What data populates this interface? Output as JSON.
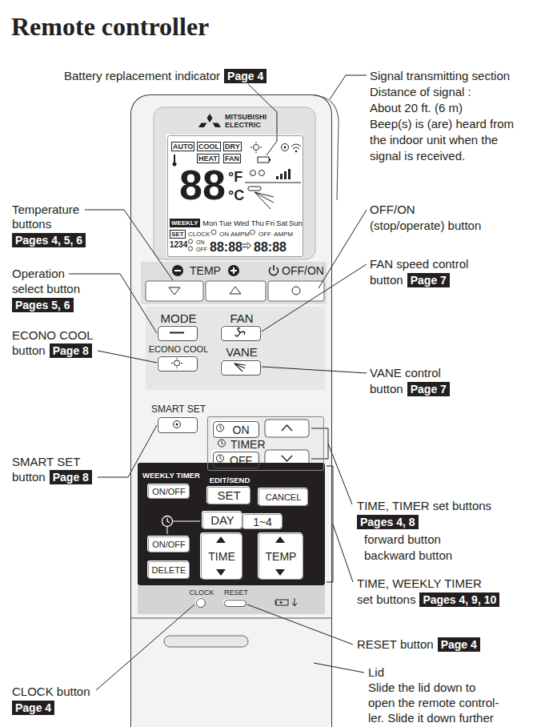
{
  "diagram": {
    "title": "Remote controller",
    "nodes": [
      {
        "text": [
          "MITSUBISHI ELECTRIC"
        ]
      },
      {
        "text": [
          "AUTO",
          "COOL",
          "DRY",
          "HEAT",
          "FAN",
          "88",
          "°F",
          "°C",
          "WEEKLY",
          "Mon",
          "Tue",
          "Wed",
          "Thu",
          "Fri",
          "Sat",
          "Sun",
          "SET",
          "CLOCK",
          "ON",
          "AMPM",
          "OFF",
          "AMPM",
          "1234",
          "ON",
          "OFF",
          "88:88",
          "88:88"
        ],
        "in": 0
      },
      {
        "text": [
          "MODE"
        ],
        "in": 0
      },
      {
        "text": [
          "ECONO COOL"
        ],
        "in": 0
      },
      {
        "text": [
          "FAN"
        ],
        "in": 0
      },
      {
        "text": [
          "VANE"
        ],
        "in": 0
      },
      {
        "text": [
          "SMART SET"
        ],
        "in": 0
      },
      {
        "text": [
          "TIMER"
        ],
        "in": 0
      },
      {
        "text": [
          "ON"
        ],
        "in": 7
      },
      {
        "text": [
          "OFF"
        ],
        "in": 7
      },
      {
        "text": [
          "WEEKLY TIMER",
          "ON/OFF"
        ],
        "in": 0
      },
      {
        "text": [
          "EDIT/SEND",
          "SET"
        ],
        "in": 0
      },
      {
        "text": [
          "CANCEL"
        ],
        "in": 0
      },
      {
        "text": [
          "DAY"
        ],
        "in": 0
      },
      {
        "text": [
          "1~4"
        ],
        "in": 0
      },
      {
        "text": [
          "ON/OFF"
        ],
        "in": 0
      },
      {
        "text": [
          "DELETE"
        ],
        "in": 0
      },
      {
        "text": [
          "TIME"
        ],
        "in": 0
      },
      {
        "text": [
          "TEMP"
        ],
        "in": 0
      },
      {
        "text": [
          "CLOCK"
        ],
        "in": 0
      },
      {
        "text": [
          "RESET"
        ],
        "in": 0
      },
      {
        "text": [
          "Page 4"
        ]
      },
      {
        "text": [
          "Pages 4, 5, 6"
        ]
      },
      {
        "text": [
          "Pages 5, 6"
        ]
      },
      {
        "text": [
          "Page 8"
        ]
      },
      {
        "text": [
          "Page 8"
        ]
      },
      {
        "text": [
          "Page 4"
        ]
      },
      {
        "text": [
          "Page 7"
        ]
      },
      {
        "text": [
          "Page 7"
        ]
      },
      {
        "text": [
          "Pages 4, 8"
        ]
      },
      {
        "text": [
          "Pages 4, 9, 10"
        ]
      },
      {
        "text": [
          "Page 4"
        ]
      }
    ],
    "labels": [
      "Battery replacement indicator",
      "Temperature",
      "buttons",
      "Operation",
      "select button",
      "ECONO COOL",
      "button",
      "SMART SET",
      "button",
      "CLOCK button",
      "Signal transmitting section",
      "Distance of signal :",
      "About 20 ft. (6 m)",
      "Beep(s) is (are) heard from",
      "the indoor unit when the",
      "signal is received.",
      "OFF/ON",
      "(stop/operate) button",
      "FAN speed control",
      "button",
      "VANE control",
      "button",
      "TIME, TIMER set buttons",
      "forward button",
      "backward button",
      "TIME, WEEKLY TIMER",
      "set buttons",
      "RESET button",
      "Lid",
      "Slide the lid down to",
      "open the remote control-",
      "ler. Slide it down further",
      "TEMP",
      "OFF/ON"
    ]
  }
}
